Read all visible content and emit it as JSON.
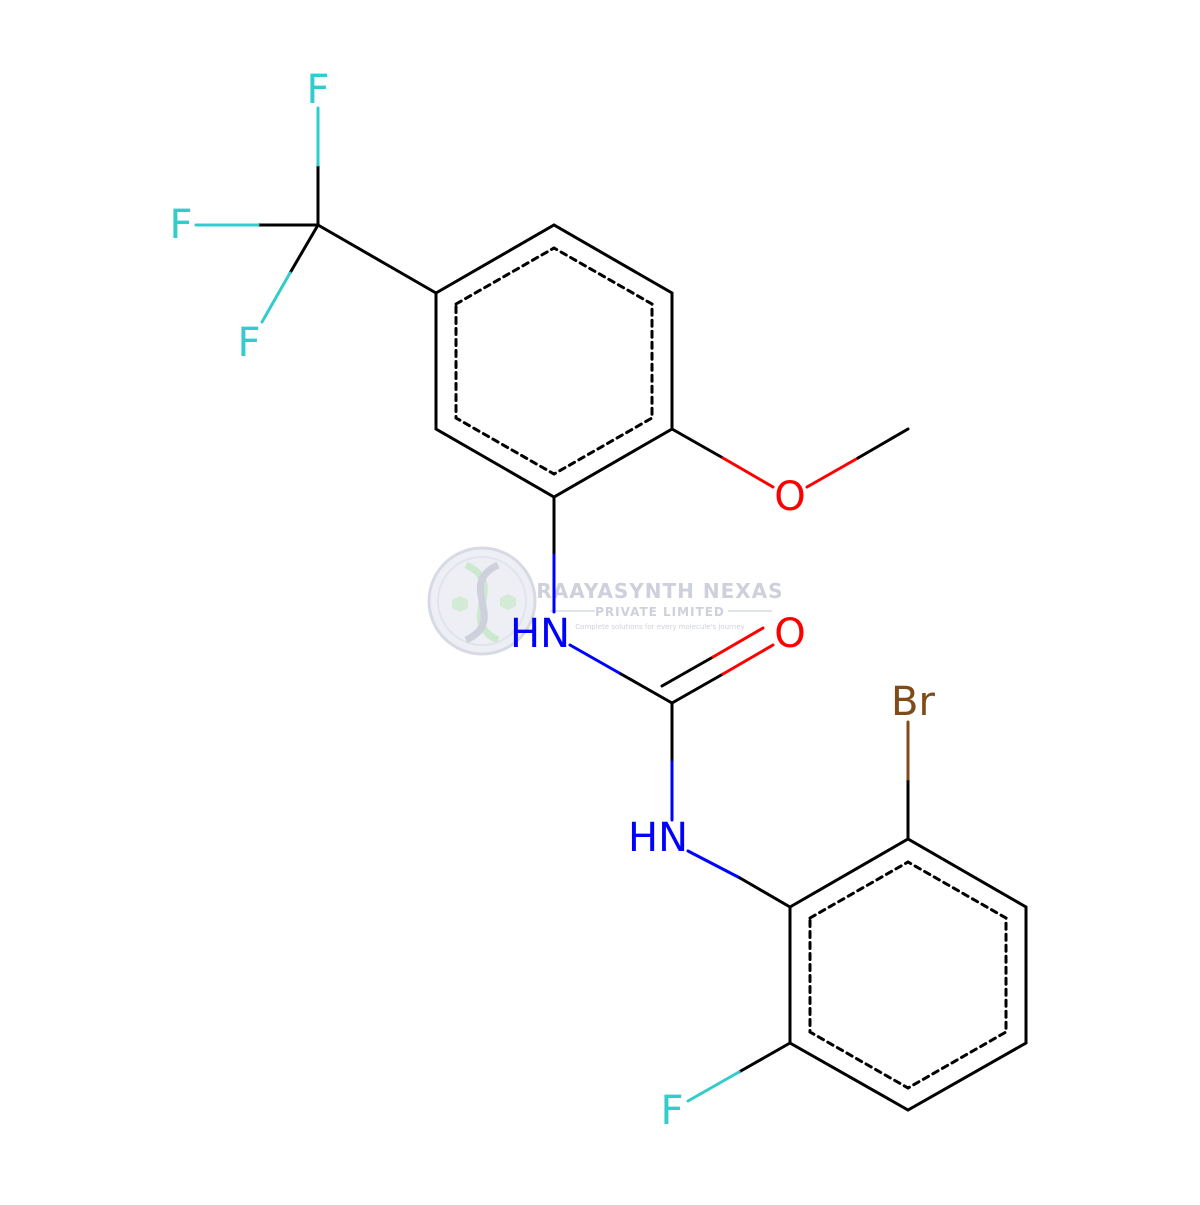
{
  "molecule": {
    "atoms": {
      "f_top": "F",
      "f_left": "F",
      "f_lower": "F",
      "o_methoxy": "O",
      "nh_upper": "HN",
      "o_carbonyl": "O",
      "br": "Br",
      "nh_lower": "HN",
      "f_ring": "F"
    },
    "colors": {
      "bond": "#000000",
      "fluorine": "#33cccc",
      "oxygen": "#ff0000",
      "nitrogen": "#0000ff",
      "bromine": "#7f4c19"
    }
  },
  "watermark": {
    "title": "RAAYASYNTH NEXAS",
    "subtitle": "PRIVATE LIMITED",
    "tagline": "Complete solutions for every molecule's journey",
    "logo_icon": "dna-helix-icon"
  }
}
